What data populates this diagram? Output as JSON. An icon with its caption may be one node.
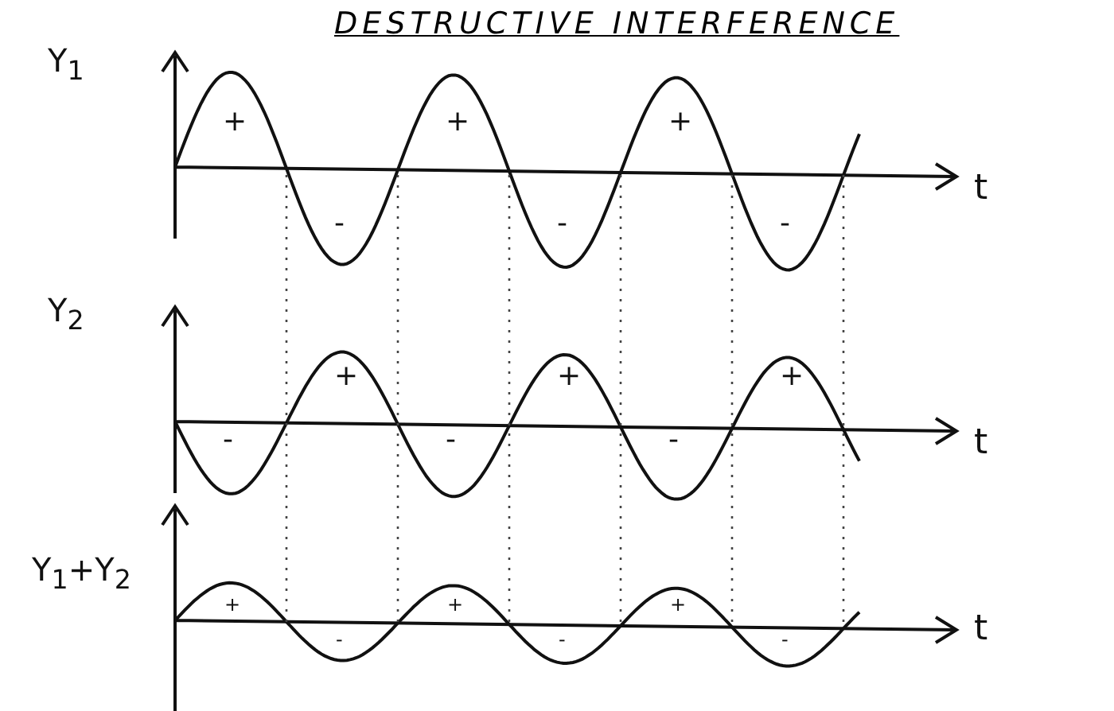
{
  "diagram": {
    "title": "DESTRUCTIVE INTERFERENCE",
    "labels": [
      "Y$_{1}$",
      "+",
      "-",
      "+",
      "-",
      "+",
      "-",
      "t",
      "Y$_{2}$",
      "-",
      "+",
      "-",
      "+",
      "-",
      "+",
      "t",
      "Y$_{1}$+Y$_{2}$",
      "+",
      "-",
      "+",
      "-",
      "+",
      "-",
      "t"
    ]
  }
}
